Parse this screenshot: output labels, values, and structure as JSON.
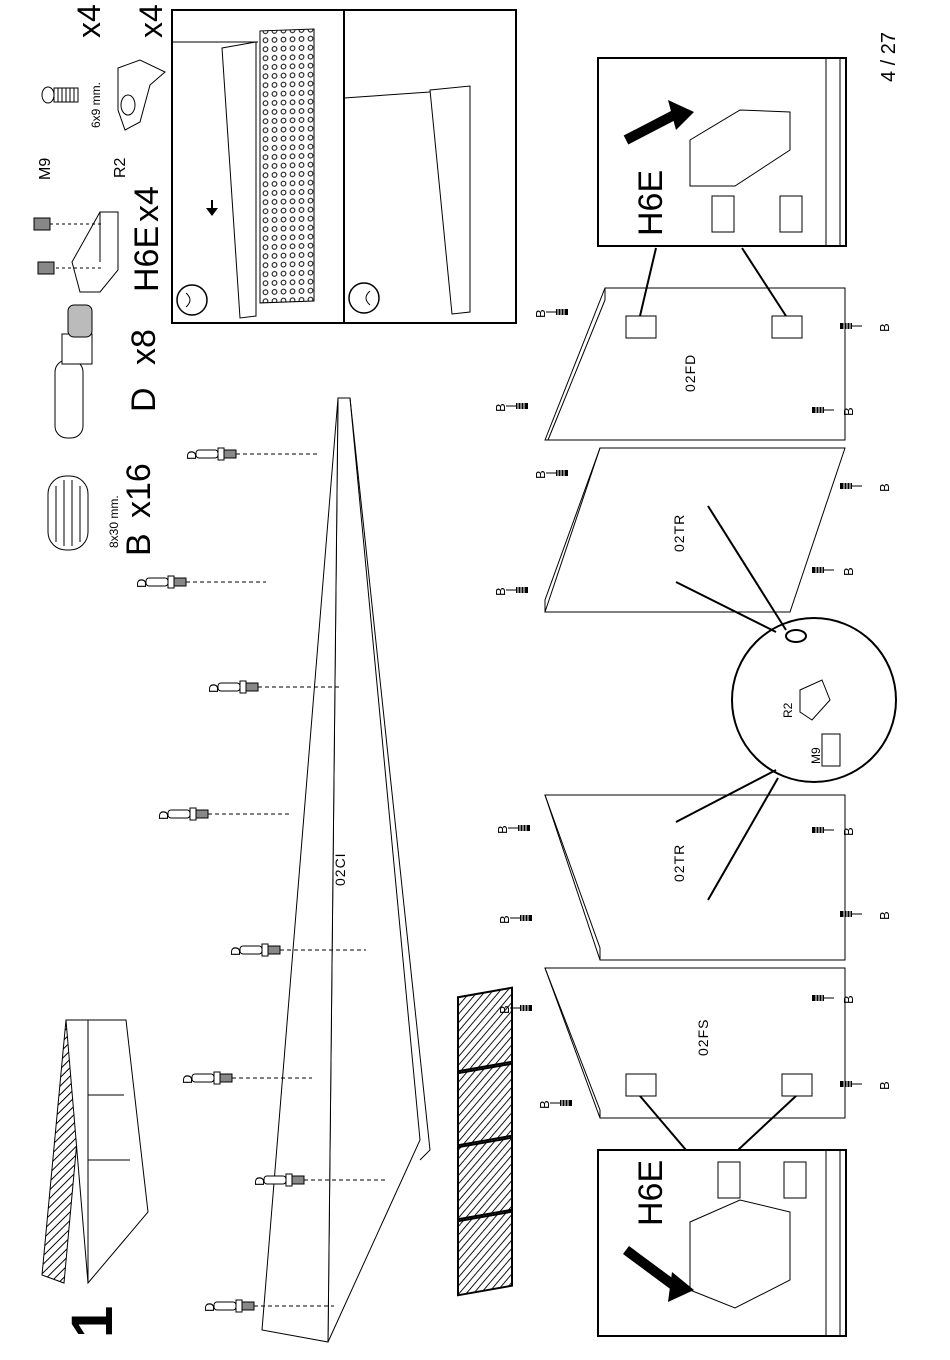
{
  "page": {
    "number": "4 / 27",
    "step": "1"
  },
  "parts": {
    "b_label": "B",
    "b_qty": "x16",
    "b_size": "8x30 mm.",
    "d_label": "D",
    "d_qty": "x8",
    "h6e_label": "H6E",
    "h6e_qty": "x4",
    "m9_label": "M9",
    "r2_label": "R2",
    "r2_qty": "x4",
    "r2_size": "6x9 mm.",
    "top_qty": "x4"
  },
  "panels": {
    "top": "02CI",
    "front_left": "02FS",
    "divider_a": "02TR",
    "divider_b": "02TR",
    "front_right": "02FD"
  },
  "pins": {
    "dowel": "D",
    "cam": "B"
  },
  "detail": {
    "h6e": "H6E",
    "m9": "M9",
    "r2": "R2"
  },
  "icons": {
    "good": "smiley-icon",
    "bad": "frown-icon"
  }
}
